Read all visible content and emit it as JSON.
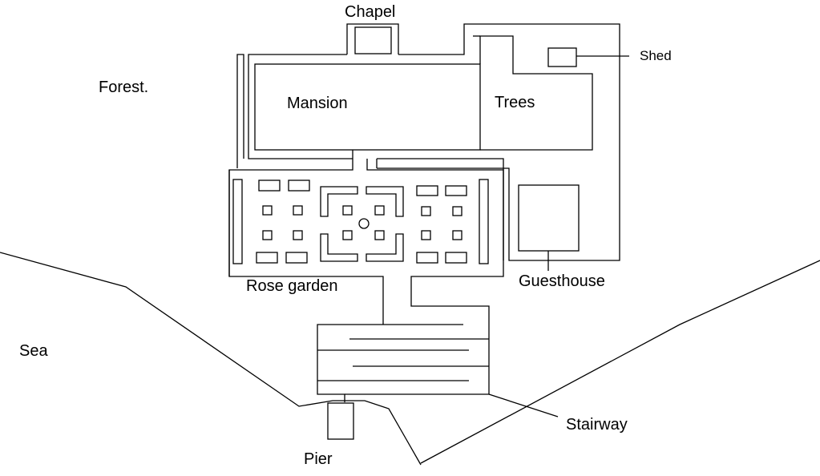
{
  "labels": {
    "chapel": "Chapel",
    "shed": "Shed",
    "forest": "Forest.",
    "mansion": "Mansion",
    "trees": "Trees",
    "rose_garden": "Rose garden",
    "guesthouse": "Guesthouse",
    "sea": "Sea",
    "stairway": "Stairway",
    "pier": "Pier"
  },
  "colors": {
    "line": "#000000",
    "background": "#ffffff"
  }
}
